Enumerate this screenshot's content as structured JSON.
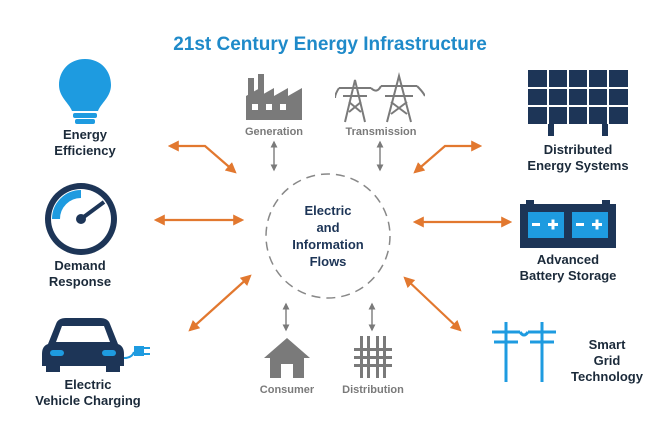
{
  "title": "21st Century Energy Infrastructure",
  "center": {
    "line1": "Electric",
    "line2": "and",
    "line3": "Information",
    "line4": "Flows"
  },
  "left": {
    "energy_efficiency": {
      "line1": "Energy",
      "line2": "Efficiency"
    },
    "demand_response": {
      "line1": "Demand",
      "line2": "Response"
    },
    "ev_charging": {
      "line1": "Electric",
      "line2": "Vehicle Charging"
    }
  },
  "right": {
    "distributed": {
      "line1": "Distributed",
      "line2": "Energy Systems"
    },
    "battery": {
      "line1": "Advanced",
      "line2": "Battery Storage"
    },
    "smart_grid": {
      "line1": "Smart",
      "line2": "Grid",
      "line3": "Technology"
    }
  },
  "top": {
    "generation": "Generation",
    "transmission": "Transmission"
  },
  "bottom": {
    "consumer": "Consumer",
    "distribution": "Distribution"
  },
  "colors": {
    "accent_blue": "#1f8ac9",
    "navy": "#1d3557",
    "orange": "#e2782f",
    "gray": "#7a7a7a"
  }
}
